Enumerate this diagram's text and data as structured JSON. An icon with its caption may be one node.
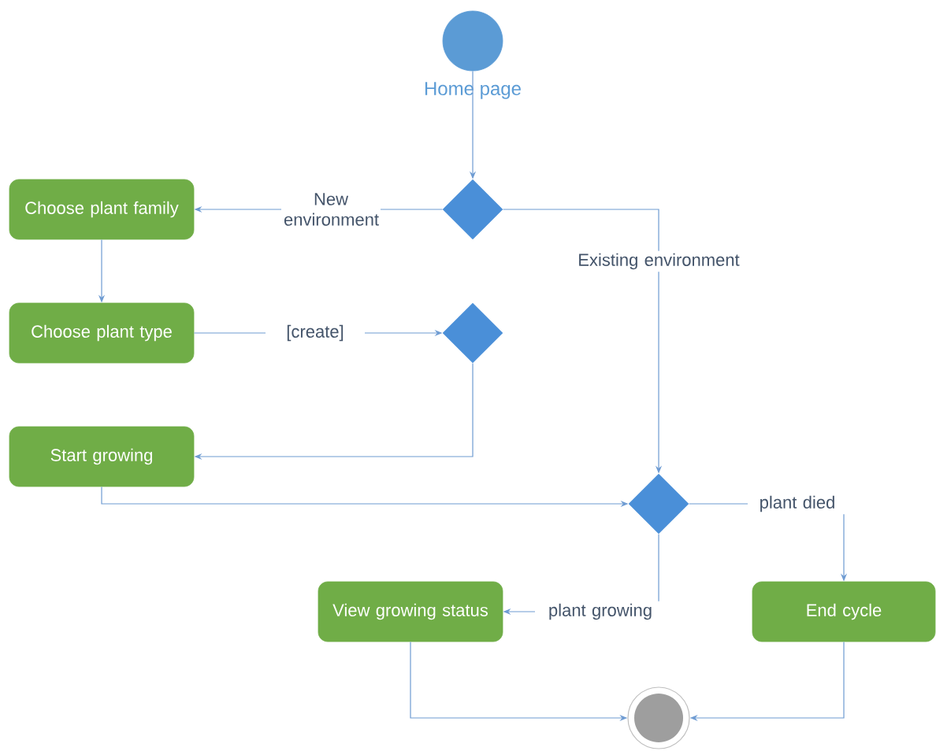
{
  "diagram": {
    "nodes": [
      {
        "text": [],
        "shape": "circle",
        "beside": [
          "Home page"
        ]
      },
      {
        "text": [],
        "shape": "diamond"
      },
      {
        "text": [
          "Choose plant family"
        ]
      },
      {
        "text": [
          "Choose plant type"
        ]
      },
      {
        "text": [],
        "shape": "diamond"
      },
      {
        "text": [
          "Start growing"
        ]
      },
      {
        "text": [],
        "shape": "diamond"
      },
      {
        "text": [
          "View growing status"
        ]
      },
      {
        "text": [
          "End cycle"
        ]
      },
      {
        "text": [],
        "shape": "circle"
      }
    ],
    "edges": [
      {
        "from": 0,
        "to": 1,
        "arrow": "to"
      },
      {
        "from": 1,
        "to": 2,
        "arrow": "to",
        "label": "New environment"
      },
      {
        "from": 1,
        "to": 6,
        "arrow": "to",
        "label": "Existing environment"
      },
      {
        "from": 2,
        "to": 3,
        "arrow": "to"
      },
      {
        "from": 3,
        "to": 4,
        "arrow": "to",
        "label": "[create]"
      },
      {
        "from": 4,
        "to": 5,
        "arrow": "to"
      },
      {
        "from": 5,
        "to": 6,
        "arrow": "to"
      },
      {
        "from": 6,
        "to": 8,
        "arrow": "to",
        "label": "plant died"
      },
      {
        "from": 6,
        "to": 7,
        "arrow": "to",
        "label": "plant growing"
      },
      {
        "from": 7,
        "to": 9,
        "arrow": "to"
      },
      {
        "from": 8,
        "to": 9,
        "arrow": "to"
      }
    ]
  }
}
